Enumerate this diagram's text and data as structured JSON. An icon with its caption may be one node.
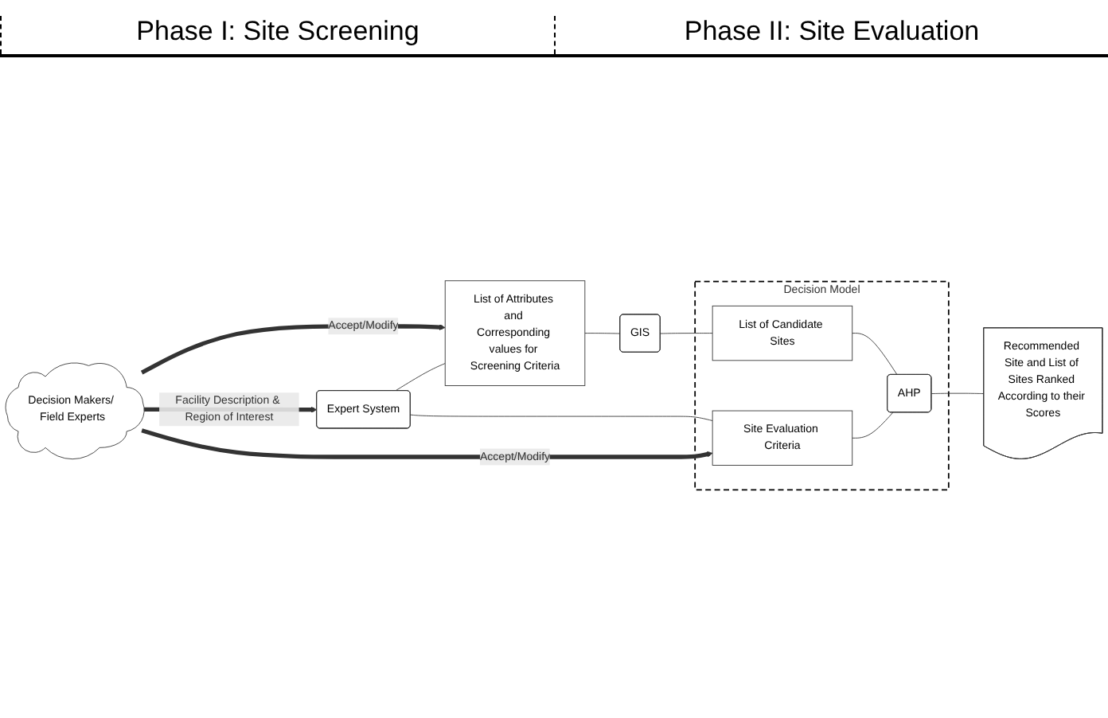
{
  "diagram": {
    "nodes": [
      {
        "text": [
          "Decision Makers/ Field Experts"
        ]
      },
      {
        "text": [
          "List of Attributes and Corresponding values for Screening Criteria"
        ]
      },
      {
        "text": [
          "GIS"
        ]
      },
      {
        "text": [
          "Expert System"
        ]
      },
      {
        "text": [
          "Decision Model"
        ]
      },
      {
        "text": [
          "List of Candidate Sites"
        ],
        "in": 4
      },
      {
        "text": [
          "AHP"
        ],
        "in": 4
      },
      {
        "text": [
          "Site Evaluation Criteria"
        ],
        "in": 4
      },
      {
        "text": [
          "Recommended Site and List of Sites Ranked According to their Scores"
        ]
      }
    ],
    "edges": [
      {
        "from": 0,
        "to": 1,
        "arrow": "to",
        "label": "Accept/Modify",
        "style": "thick"
      },
      {
        "from": 0,
        "to": 3,
        "arrow": "to",
        "label": "Facility Description & Region of Interest",
        "style": "thick"
      },
      {
        "from": 0,
        "to": 7,
        "arrow": "to",
        "label": "Accept/Modify",
        "style": "thick"
      },
      {
        "from": 3,
        "to": 1,
        "arrow": "none"
      },
      {
        "from": 1,
        "to": 2,
        "arrow": "none"
      },
      {
        "from": 2,
        "to": 5,
        "arrow": "none"
      },
      {
        "from": 5,
        "to": 6,
        "arrow": "none"
      },
      {
        "from": 3,
        "to": 7,
        "arrow": "none"
      },
      {
        "from": 7,
        "to": 6,
        "arrow": "none"
      },
      {
        "from": 6,
        "to": 8,
        "arrow": "none"
      }
    ],
    "labels": [
      "Phase I: Site Screening",
      "Phase II: Site Evaluation"
    ]
  }
}
